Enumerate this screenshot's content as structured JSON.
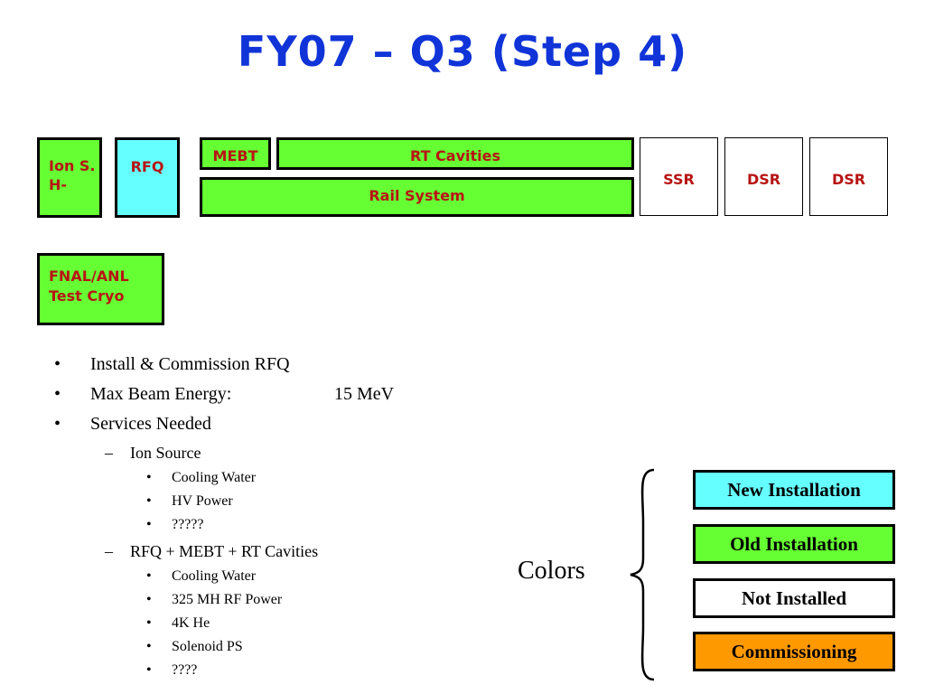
{
  "title": "FY07 – Q3 (Step 4)",
  "blocks": {
    "ion_source_line1": "Ion S.",
    "ion_source_line2": "H-",
    "rfq": "RFQ",
    "mebt": "MEBT",
    "rt_cavities": "RT Cavities",
    "rail_system": "Rail System",
    "ssr": "SSR",
    "dsr_1": "DSR",
    "dsr_2": "DSR",
    "test_cryo_line1": "FNAL/ANL",
    "test_cryo_line2": "Test Cryo"
  },
  "bullets": {
    "b1": "Install & Commission RFQ",
    "b2": "Max Beam Energy:",
    "b2_value": "15 MeV",
    "b3": "Services Needed",
    "ion_source": {
      "label": "Ion Source",
      "items": [
        "Cooling Water",
        "HV Power",
        "?????"
      ]
    },
    "rfq_group": {
      "label": "RFQ + MEBT + RT Cavities",
      "items": [
        "Cooling Water",
        "325 MH RF Power",
        "4K He",
        "Solenoid PS",
        "????"
      ]
    }
  },
  "legend": {
    "label": "Colors",
    "items": [
      {
        "label": "New Installation",
        "color": "#66ffff"
      },
      {
        "label": "Old Installation",
        "color": "#66ff33"
      },
      {
        "label": "Not Installed",
        "color": "#ffffff"
      },
      {
        "label": "Commissioning",
        "color": "#ff9900"
      }
    ]
  },
  "colors": {
    "title": "#1034d8",
    "block_text": "#b81414"
  }
}
